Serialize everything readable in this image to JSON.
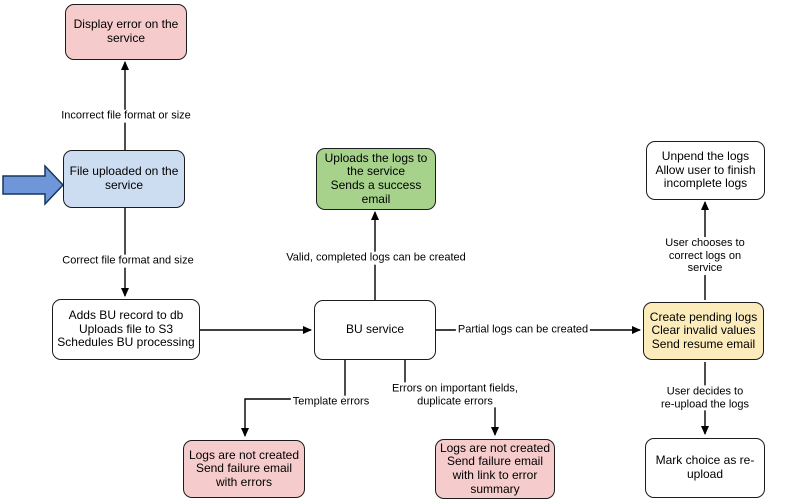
{
  "diagram": {
    "type": "flowchart",
    "colors": {
      "node_pink": "#f5cccb",
      "node_blue": "#cdddf1",
      "node_green": "#a6d28c",
      "node_yellow": "#fcecbc",
      "node_white": "#ffffff",
      "entry_arrow_fill": "#6e96d9",
      "entry_arrow_stroke": "#16365c",
      "line": "#000000"
    },
    "nodes": {
      "display_error": "Display error on the\nservice",
      "file_uploaded": "File uploaded on the\nservice",
      "adds_bu_record": "Adds BU record to db\nUploads file to S3\nSchedules BU processing",
      "bu_service": "BU service",
      "uploads_logs": "Uploads the logs to\nthe service\nSends a success\nemail",
      "unpend_logs": "Unpend the logs\nAllow user to finish\nincomplete logs",
      "create_pending": "Create pending logs\nClear invalid values\nSend resume email",
      "mark_reupload": "Mark choice as re-\nupload",
      "fail_template": "Logs are not created\nSend failure email\nwith errors",
      "fail_fields": "Logs are not created\nSend failure email\nwith link to error\nsummary"
    },
    "edge_labels": {
      "incorrect_format": "Incorrect file format or size",
      "correct_format": "Correct file format and size",
      "valid_logs": "Valid, completed logs can be created",
      "partial_logs": "Partial logs can be created",
      "template_errors": "Template errors",
      "field_errors": "Errors on important fields,\nduplicate errors",
      "user_corrects": "User chooses to correct logs on service",
      "user_reuploads": "User decides to re-upload the logs"
    }
  }
}
